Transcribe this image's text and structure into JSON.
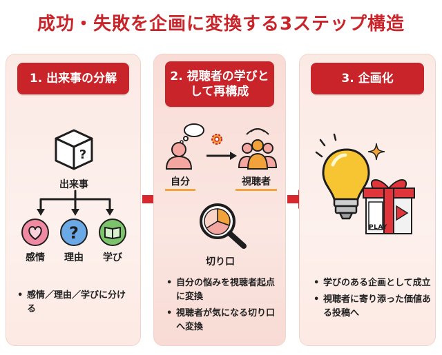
{
  "title": "成功・失敗を企画に変換する3ステップ構造",
  "colors": {
    "accent": "#c9242a",
    "orange": "#f1a23a",
    "panel_bg": "#fbe9e4"
  },
  "steps": [
    {
      "header": "1. 出来事の分解",
      "center_label": "出来事",
      "icons": [
        {
          "icon": "heart-icon",
          "label": "感情"
        },
        {
          "icon": "question-icon",
          "label": "理由"
        },
        {
          "icon": "book-icon",
          "label": "学び"
        }
      ],
      "bullets": [
        "感情／理由／学びに分ける"
      ]
    },
    {
      "header": "2. 視聴者の学びとして再構成",
      "self_label": "自分",
      "viewers_label": "視聴者",
      "lens_label": "切り口",
      "bullets": [
        "自分の悩みを視聴者起点に変換",
        "視聴者が気になる切り口へ変換"
      ]
    },
    {
      "header": "3. 企画化",
      "play_label": "PLAY",
      "bullets": [
        "学びのある企画として成立",
        "視聴者に寄り添った価値ある投稿へ"
      ]
    }
  ]
}
